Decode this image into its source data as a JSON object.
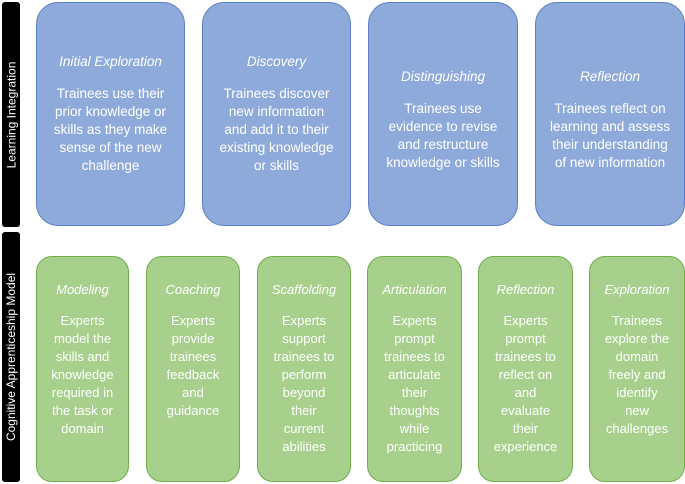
{
  "side_labels": {
    "top": "Learning Integration",
    "bottom": "Cognitive Apprenticeship Model"
  },
  "colors": {
    "blue_fill": "#8eaadb",
    "green_fill": "#a8d08d",
    "label_bg": "#000000"
  },
  "learning_integration": [
    {
      "title": "Initial Exploration",
      "lines": [
        "Trainees use their",
        "prior knowledge or",
        "skills as they make",
        "sense of the new",
        "challenge"
      ]
    },
    {
      "title": "Discovery",
      "lines": [
        "Trainees discover",
        "new information",
        "and add it to their",
        "existing knowledge",
        "or skills"
      ]
    },
    {
      "title": "Distinguishing",
      "lines": [
        "Trainees use",
        "evidence to revise",
        "and restructure",
        "knowledge or skills"
      ]
    },
    {
      "title": "Reflection",
      "lines": [
        "Trainees reflect on",
        "learning and assess",
        "their understanding",
        "of new information"
      ]
    }
  ],
  "cognitive_apprenticeship": [
    {
      "title": "Modeling",
      "lines": [
        "Experts",
        "model the",
        "skills and",
        "knowledge",
        "required in",
        "the task or",
        "domain"
      ]
    },
    {
      "title": "Coaching",
      "lines": [
        "Experts",
        "provide",
        "trainees",
        "feedback",
        "and",
        "guidance"
      ]
    },
    {
      "title": "Scaffolding",
      "lines": [
        "Experts",
        "support",
        "trainees to",
        "perform",
        "beyond",
        "their",
        "current",
        "abilities"
      ]
    },
    {
      "title": "Articulation",
      "lines": [
        "Experts",
        "prompt",
        "trainees to",
        "articulate",
        "their",
        "thoughts",
        "while",
        "practicing"
      ]
    },
    {
      "title": "Reflection",
      "lines": [
        "Experts",
        "prompt",
        "trainees to",
        "reflect on",
        "and",
        "evaluate",
        "their",
        "experience"
      ]
    },
    {
      "title": "Exploration",
      "lines": [
        "Trainees",
        "explore the",
        "domain",
        "freely and",
        "identify",
        "new",
        "challenges"
      ]
    }
  ]
}
